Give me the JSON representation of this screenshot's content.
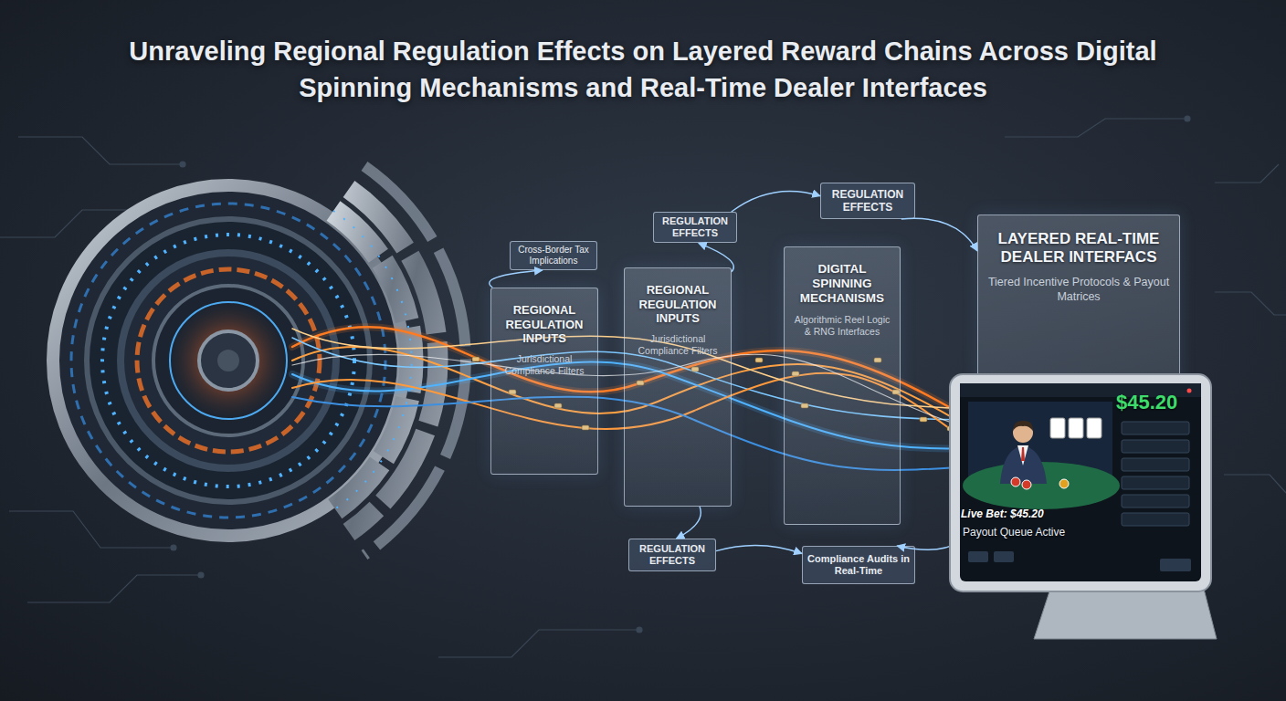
{
  "diagram": {
    "title": "Unraveling Regional Regulation Effects on Layered Reward Chains Across Digital Spinning Mechanisms and Real-Time Dealer Interfaces",
    "nodes": [
      {
        "text": [
          "Cross-Border Tax Implications"
        ]
      },
      {
        "text": [
          "REGULATION EFFECTS"
        ]
      },
      {
        "text": [
          "REGULATION EFFECTS"
        ]
      },
      {
        "text": [
          "REGIONAL REGULATION INPUTS",
          "Jurisdictional Compliance Filters"
        ]
      },
      {
        "text": [
          "REGIONAL REGULATION INPUTS",
          "Jurisdictional Compliance Filters"
        ]
      },
      {
        "text": [
          "DIGITAL SPINNING MECHANISMS",
          "Algorithmic Reel Logic & RNG Interfaces"
        ]
      },
      {
        "text": [
          "LAYERED REAL-TIME DEALER INTERFACS",
          "Tiered Incentive Protocols & Payout Matrices"
        ]
      },
      {
        "text": [
          "REGULATION EFFECTS"
        ]
      },
      {
        "text": [
          "Compliance Audits in Real-Time"
        ]
      }
    ],
    "edges": [
      {
        "from": 3,
        "to": 0,
        "arrow": "to"
      },
      {
        "from": 4,
        "to": 1,
        "arrow": "to"
      },
      {
        "from": 1,
        "to": 2,
        "arrow": "to"
      },
      {
        "from": 2,
        "to": 6,
        "arrow": "to"
      },
      {
        "from": 4,
        "to": 7,
        "arrow": "to"
      },
      {
        "from": 7,
        "to": 8,
        "arrow": "to"
      },
      {
        "from": 6,
        "to": 8,
        "arrow": "to"
      }
    ],
    "labels": [
      "$45.20",
      "Live Bet: $45.20",
      "Payout Queue Active"
    ]
  }
}
